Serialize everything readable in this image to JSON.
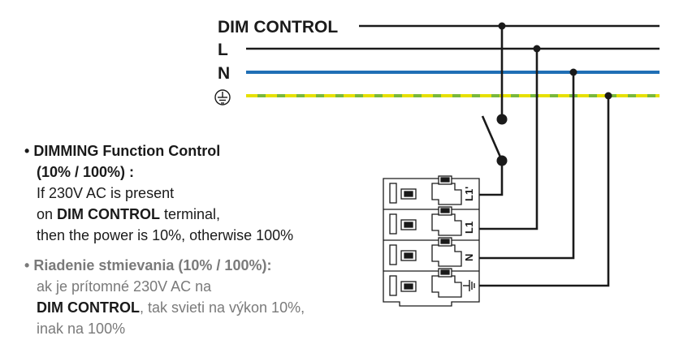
{
  "wires": {
    "dim_control": "DIM CONTROL",
    "l": "L",
    "n": "N"
  },
  "terminals": {
    "l1_prime": "L1'",
    "l1": "L1",
    "n": "N"
  },
  "colors": {
    "wire_black": "#1a1a1a",
    "wire_neutral": "#1f6fb5",
    "wire_earth_green": "#79b83b",
    "wire_earth_yellow": "#e6e000",
    "text_dark": "#1a1a1a",
    "text_grey": "#7a7a7a"
  },
  "icons": {
    "earth": "earth-ground-icon",
    "switch": "switch-icon"
  },
  "en": {
    "bullet": "•",
    "heading": "DIMMING Function Control",
    "heading_values": "(10% / 100%) :",
    "line1": "If 230V AC is present",
    "line2_pre": "on ",
    "line2_bold": "DIM CONTROL",
    "line2_post": " terminal,",
    "line3": "then the power is 10%, otherwise 100%"
  },
  "sk": {
    "bullet": "•",
    "heading": "Riadenie stmievania (10% / 100%):",
    "line1": "ak je prítomné 230V AC na",
    "line2_bold": "DIM CONTROL",
    "line2_post": ", tak svieti na výkon 10%,",
    "line3": "inak na 100%"
  }
}
